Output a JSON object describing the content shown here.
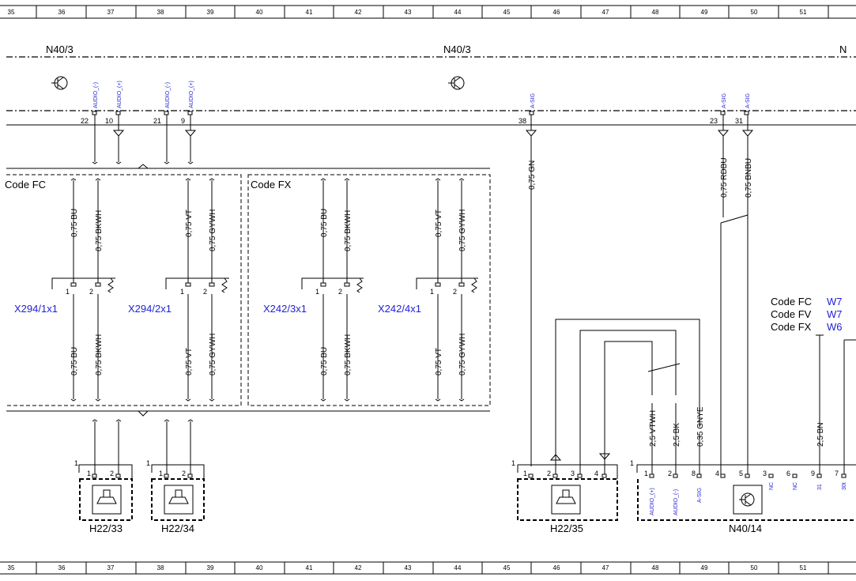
{
  "ruler": [
    "35",
    "36",
    "37",
    "38",
    "39",
    "40",
    "41",
    "42",
    "43",
    "44",
    "45",
    "46",
    "47",
    "48",
    "49",
    "50",
    "51"
  ],
  "header_labels": {
    "left": "N40/3",
    "mid": "N40/3",
    "right_partial": "N"
  },
  "top_pins": {
    "p22": {
      "num": "22",
      "sig": "AUDIO_(-)"
    },
    "p10": {
      "num": "10",
      "sig": "AUDIO_(+)"
    },
    "p21": {
      "num": "21",
      "sig": "AUDIO_(-)"
    },
    "p9": {
      "num": "9",
      "sig": "AUDIO_(+)"
    },
    "p38": {
      "num": "38",
      "sig": "A-SIG"
    },
    "p23": {
      "num": "23",
      "sig": "A-SIG"
    },
    "p31": {
      "num": "31",
      "sig": "A-SIG"
    }
  },
  "code_boxes": {
    "left": "Code FC",
    "right": "Code FX"
  },
  "wires": {
    "bu": "0,75 BU",
    "bkwh": "0,75 BKWH",
    "vt": "0,75 VT",
    "gywh": "0,75 GYWH",
    "gn": "0,75 GN",
    "rdbu": "0,75 RDBU",
    "bnbu": "0,75 BNBU",
    "vtwh": "2,5 VTWH",
    "bk": "2,5 BK",
    "gnye": "0,35 GNYE",
    "bn": "2,5 BN"
  },
  "connectors": {
    "x294_1": "X294/1x1",
    "x294_2": "X294/2x1",
    "x242_3": "X242/3x1",
    "x242_4": "X242/4x1"
  },
  "pin_nums": {
    "one": "1",
    "two": "2",
    "three": "3",
    "four": "4"
  },
  "speakers": {
    "h22_33": "H22/33",
    "h22_34": "H22/34",
    "h22_35": "H22/35"
  },
  "module": {
    "name": "N40/14",
    "pins": [
      {
        "num": "1",
        "sig": "AUDIO_(+)"
      },
      {
        "num": "2",
        "sig": "AUDIO_(-)"
      },
      {
        "num": "8",
        "sig": "A-SIG"
      },
      {
        "num": "4",
        "sig": ""
      },
      {
        "num": "5",
        "sig": ""
      },
      {
        "num": "3",
        "sig": "NC"
      },
      {
        "num": "6",
        "sig": "NC"
      },
      {
        "num": "9",
        "sig": "31"
      },
      {
        "num": "7",
        "sig": "30t"
      }
    ]
  },
  "code_refs": [
    {
      "code": "Code FC",
      "ref": "W7"
    },
    {
      "code": "Code FV",
      "ref": "W7"
    },
    {
      "code": "Code FX",
      "ref": "W6"
    }
  ]
}
